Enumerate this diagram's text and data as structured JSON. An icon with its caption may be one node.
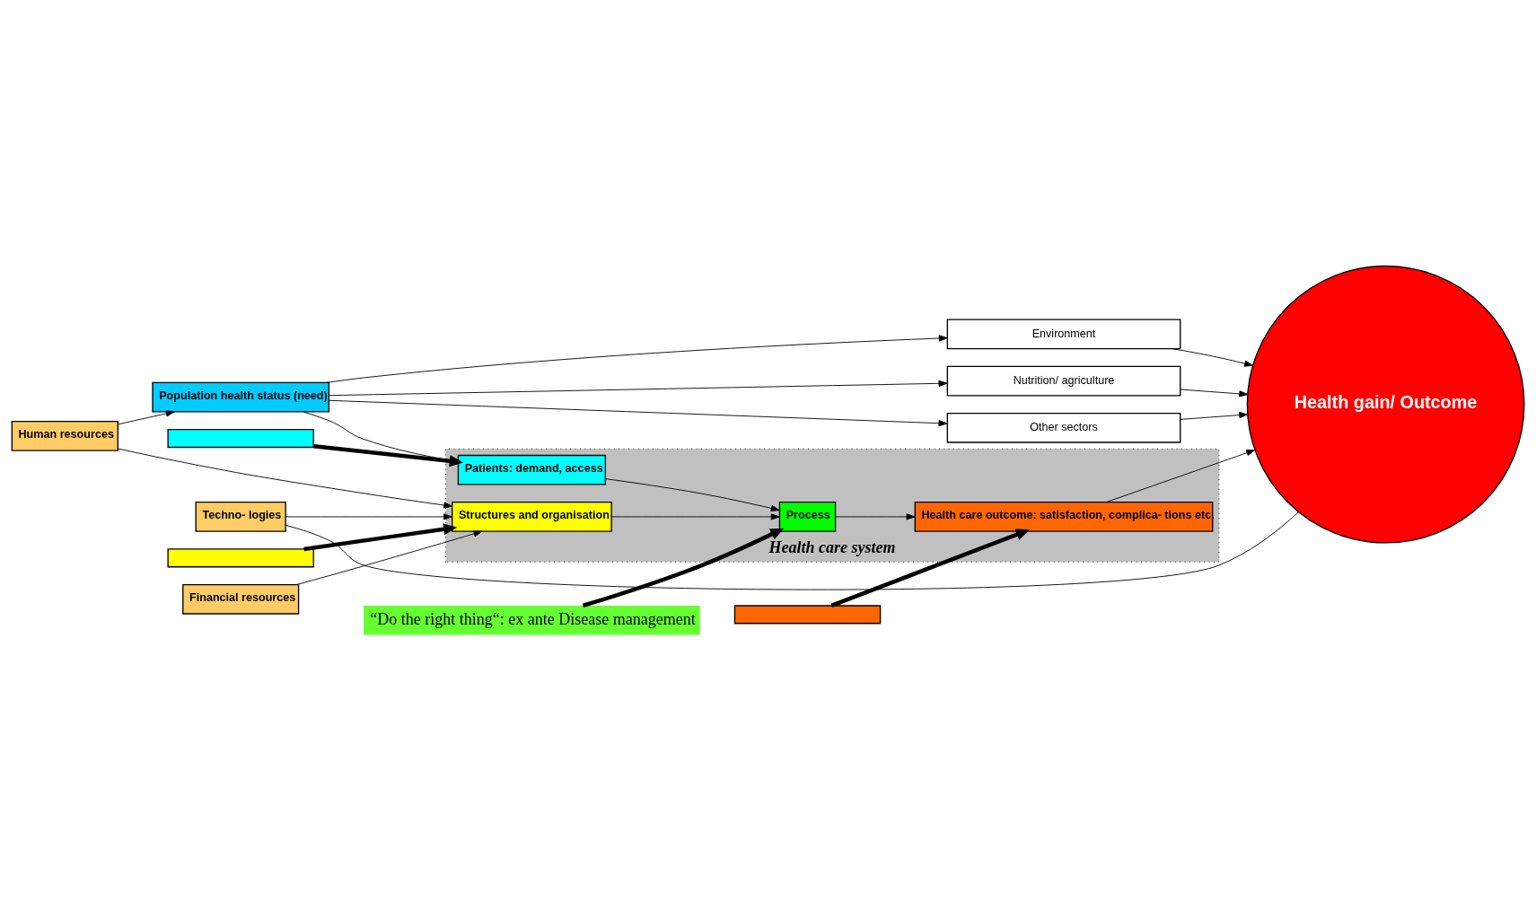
{
  "diagram": {
    "nodes": [
      {
        "text": [],
        "shape": "box"
      },
      {
        "text": [],
        "shape": "box"
      },
      {
        "text": [],
        "shape": "box"
      },
      {
        "text": [
          "Environment"
        ]
      },
      {
        "text": [
          "Nutrition/ agriculture"
        ]
      },
      {
        "text": [
          "Other sectors"
        ]
      },
      {
        "text": [
          "Population health status (need)"
        ]
      },
      {
        "text": [
          "Health care system"
        ]
      },
      {
        "text": [
          "Patients: demand, access"
        ],
        "in": 7
      },
      {
        "text": [
          "Structures and organisation"
        ],
        "in": 7
      },
      {
        "text": [
          "Process"
        ],
        "in": 7
      },
      {
        "text": [
          "Health care outcome: satisfaction, complica- tions etc."
        ],
        "in": 7
      },
      {
        "text": [
          "Human resources"
        ]
      },
      {
        "text": [
          "Techno- logies"
        ]
      },
      {
        "text": [
          "Financial resources"
        ]
      },
      {
        "text": [
          "Health gain/ Outcome"
        ]
      },
      {
        "text": [
          "“Do the right thing“: ex ante Disease management"
        ]
      }
    ],
    "edges": [
      {
        "from": 6,
        "to": 3,
        "arrow": "to"
      },
      {
        "from": 6,
        "to": 4,
        "arrow": "to"
      },
      {
        "from": 6,
        "to": 5,
        "arrow": "to"
      },
      {
        "from": 3,
        "to": 15,
        "arrow": "to"
      },
      {
        "from": 4,
        "to": 15,
        "arrow": "to"
      },
      {
        "from": 5,
        "to": 15,
        "arrow": "to"
      },
      {
        "from": 6,
        "to": 8,
        "arrow": "to"
      },
      {
        "from": 12,
        "to": 6,
        "arrow": "to"
      },
      {
        "from": 12,
        "to": 9,
        "arrow": "to"
      },
      {
        "from": 13,
        "to": 9,
        "arrow": "to"
      },
      {
        "from": 14,
        "to": 9,
        "arrow": "to"
      },
      {
        "from": 8,
        "to": 10,
        "arrow": "to"
      },
      {
        "from": 9,
        "to": 10,
        "arrow": "to"
      },
      {
        "from": 10,
        "to": 11,
        "arrow": "to"
      },
      {
        "from": 11,
        "to": 15,
        "arrow": "to"
      },
      {
        "from": 0,
        "to": 8,
        "arrow": "to",
        "style": "thick"
      },
      {
        "from": 1,
        "to": 9,
        "arrow": "to",
        "style": "thick"
      },
      {
        "from": 2,
        "to": 11,
        "arrow": "to",
        "style": "thick"
      },
      {
        "from": 16,
        "to": 10,
        "arrow": "to",
        "style": "thick"
      },
      {
        "from": 15,
        "to": 13,
        "arrow": "none"
      }
    ]
  }
}
